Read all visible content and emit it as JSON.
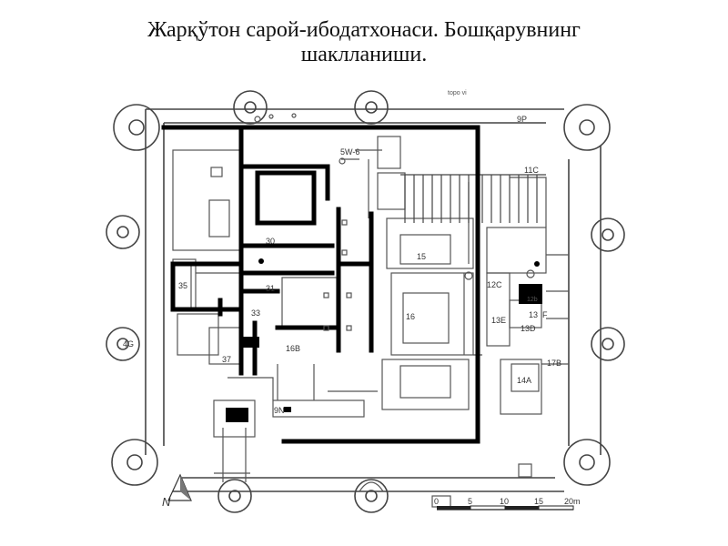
{
  "title": {
    "line1": "Жарқўтон сарой-ибодатхонаси. Бошқарувнинг",
    "line2": "шаклланиши."
  },
  "plan": {
    "labels": {
      "top_label": "topo vi",
      "r9P": "9P",
      "r5W6": "5W-6",
      "r11C": "11C",
      "r30": "30",
      "r15": "15",
      "r35": "35",
      "r31": "31",
      "r12C": "12C",
      "r12b": "12b",
      "r13": "13",
      "rF": "F",
      "r33": "33",
      "r16": "16",
      "r13E": "13E",
      "r13D": "13D",
      "r4G": "4G",
      "r16B": "16B",
      "r17B": "17B",
      "r37": "37",
      "r14A": "14A",
      "r9N": "9N"
    },
    "scale": {
      "t0": "0",
      "t5": "5",
      "t10": "10",
      "t15": "15",
      "t20": "20m"
    },
    "north_symbol": "N"
  }
}
